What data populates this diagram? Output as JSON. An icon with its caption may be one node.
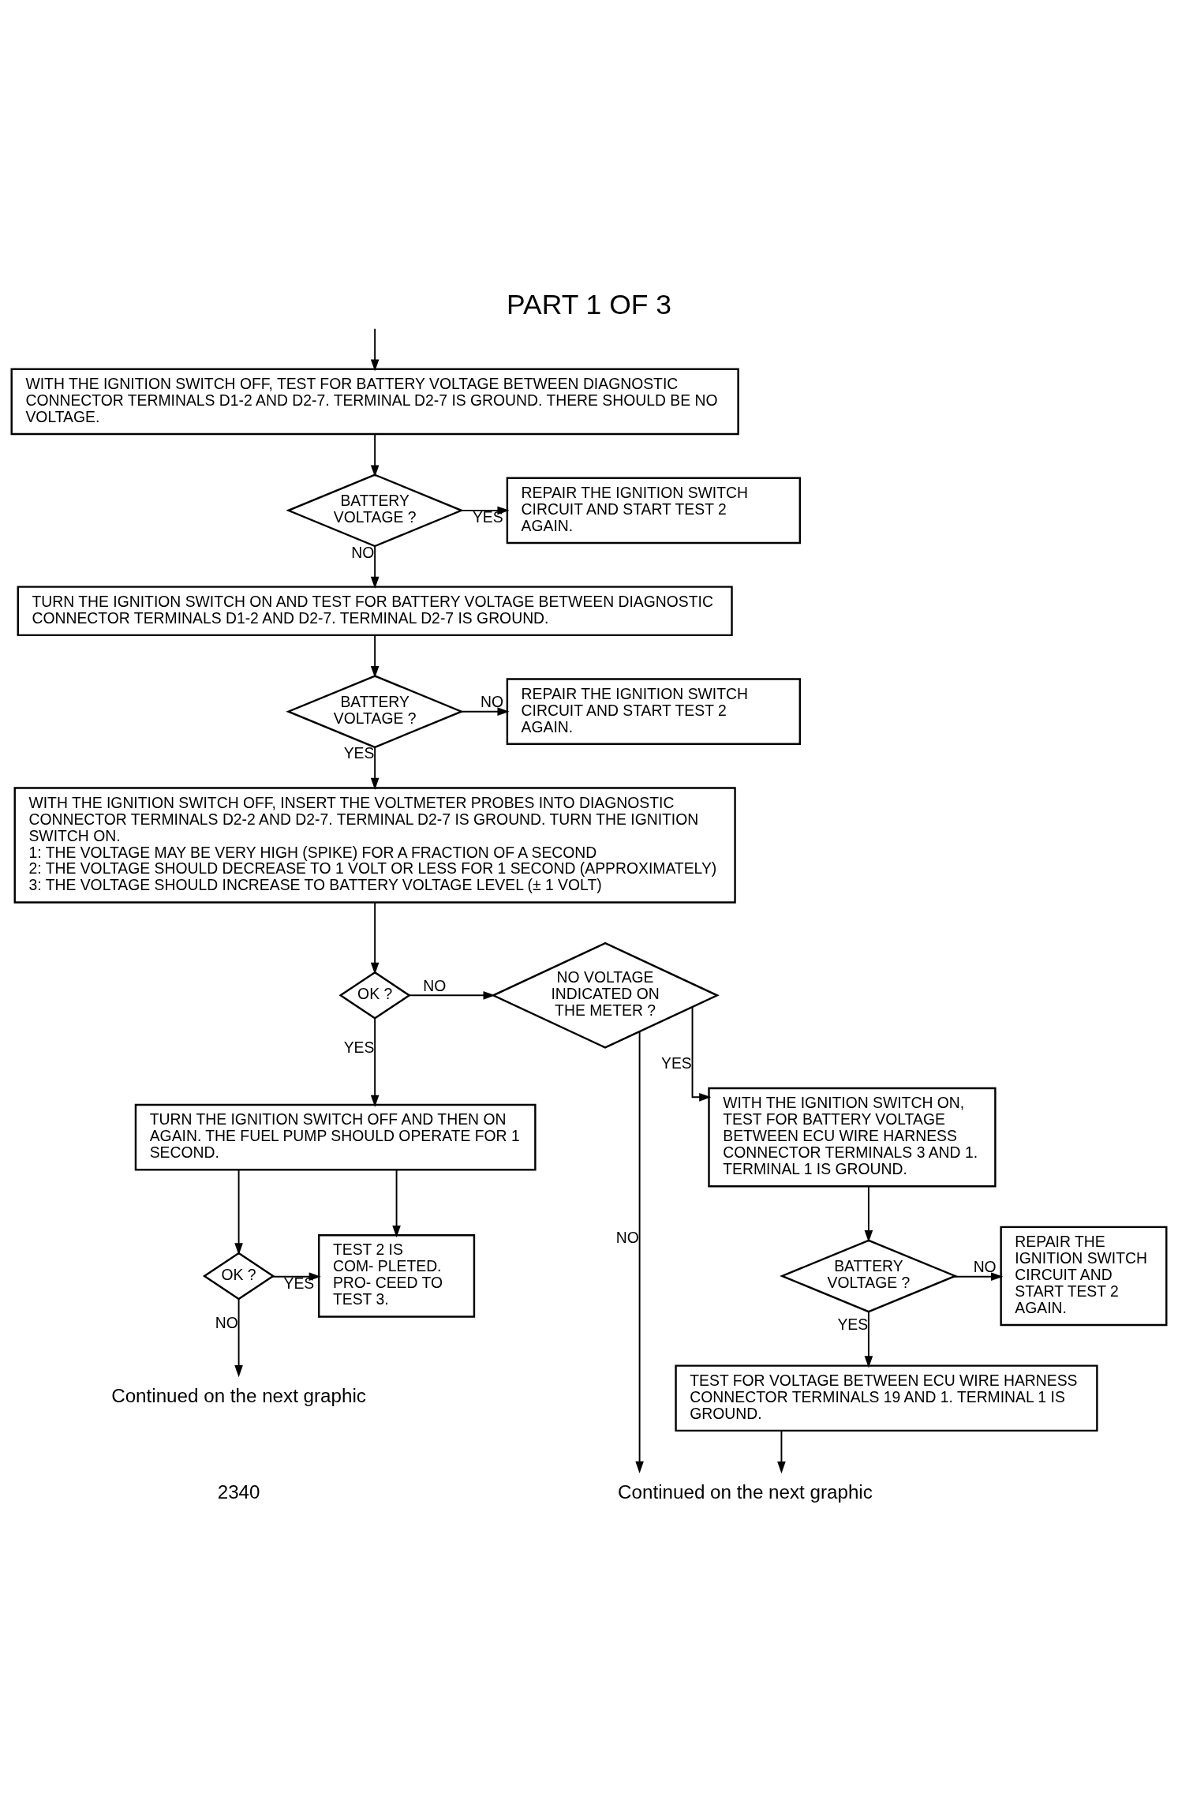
{
  "diagram": {
    "title": "PART 1 OF 3",
    "nodes": [
      {
        "text": [
          "WITH THE IGNITION SWITCH OFF, TEST FOR BATTERY VOLTAGE BETWEEN DIAGNOSTIC CONNECTOR TERMINALS D1-2 AND D2-7. TERMINAL D2-7 IS GROUND. THERE SHOULD BE NO VOLTAGE."
        ]
      },
      {
        "text": [
          "BATTERY VOLTAGE ?"
        ]
      },
      {
        "text": [
          "REPAIR THE IGNITION SWITCH CIRCUIT AND START TEST 2 AGAIN."
        ]
      },
      {
        "text": [
          "TURN THE IGNITION SWITCH ON AND TEST FOR BATTERY VOLTAGE BETWEEN DIAGNOSTIC CONNECTOR TERMINALS D1-2 AND D2-7. TERMINAL D2-7 IS GROUND."
        ]
      },
      {
        "text": [
          "BATTERY VOLTAGE ?"
        ]
      },
      {
        "text": [
          "REPAIR THE IGNITION SWITCH CIRCUIT AND START TEST 2 AGAIN."
        ]
      },
      {
        "text": [
          "WITH THE IGNITION SWITCH OFF, INSERT THE VOLTMETER PROBES INTO DIAGNOSTIC CONNECTOR TERMINALS D2-2 AND D2-7. TERMINAL D2-7 IS GROUND. TURN THE IGNITION SWITCH ON.",
          "1: THE VOLTAGE MAY BE VERY HIGH (SPIKE) FOR A FRACTION OF A SECOND",
          "2: THE VOLTAGE SHOULD DECREASE TO 1 VOLT OR LESS FOR 1 SECOND (APPROXIMATELY)",
          "3: THE VOLTAGE SHOULD INCREASE TO BATTERY VOLTAGE LEVEL (± 1 VOLT)"
        ]
      },
      {
        "text": [
          "OK ?"
        ]
      },
      {
        "text": [
          "NO VOLTAGE INDICATED ON THE METER ?"
        ]
      },
      {
        "text": [
          "TURN THE IGNITION SWITCH OFF AND THEN ON AGAIN. THE FUEL PUMP SHOULD OPERATE FOR 1 SECOND."
        ]
      },
      {
        "text": [
          "OK ?"
        ]
      },
      {
        "text": [
          "TEST 2 IS COM- PLETED. PRO- CEED TO TEST 3."
        ]
      },
      {
        "text": [
          "WITH THE IGNITION SWITCH ON, TEST FOR BATTERY VOLTAGE BETWEEN ECU WIRE HARNESS CONNECTOR TERMINALS 3 AND 1. TERMINAL 1 IS GROUND."
        ]
      },
      {
        "text": [
          "BATTERY VOLTAGE ?"
        ]
      },
      {
        "text": [
          "REPAIR THE IGNITION SWITCH CIRCUIT AND START TEST 2 AGAIN."
        ]
      },
      {
        "text": [
          "TEST FOR VOLTAGE BETWEEN ECU WIRE HARNESS CONNECTOR TERMINALS 19 AND 1. TERMINAL 1 IS GROUND."
        ]
      },
      {
        "text": [
          "Continued on the next graphic"
        ]
      },
      {
        "text": [
          "Continued on the next graphic"
        ]
      }
    ],
    "edges": [
      {
        "from": null,
        "to": 0,
        "arrow": "to"
      },
      {
        "from": 0,
        "to": 1,
        "arrow": "to"
      },
      {
        "from": 1,
        "to": 2,
        "arrow": "to",
        "label": "YES"
      },
      {
        "from": 1,
        "to": 3,
        "arrow": "to",
        "label": "NO"
      },
      {
        "from": 3,
        "to": 4,
        "arrow": "to"
      },
      {
        "from": 4,
        "to": 5,
        "arrow": "to",
        "label": "NO"
      },
      {
        "from": 4,
        "to": 6,
        "arrow": "to",
        "label": "YES"
      },
      {
        "from": 6,
        "to": 7,
        "arrow": "to"
      },
      {
        "from": 7,
        "to": 8,
        "arrow": "to",
        "label": "NO"
      },
      {
        "from": 7,
        "to": 9,
        "arrow": "to",
        "label": "YES"
      },
      {
        "from": 9,
        "to": 10,
        "arrow": "to"
      },
      {
        "from": 9,
        "to": 11,
        "arrow": "to"
      },
      {
        "from": 10,
        "to": 11,
        "arrow": "to",
        "label": "YES"
      },
      {
        "from": 10,
        "to": 16,
        "arrow": "to",
        "label": "NO"
      },
      {
        "from": 8,
        "to": 12,
        "arrow": "to",
        "label": "YES"
      },
      {
        "from": 8,
        "to": 17,
        "arrow": "to",
        "label": "NO"
      },
      {
        "from": 12,
        "to": 13,
        "arrow": "to"
      },
      {
        "from": 13,
        "to": 14,
        "arrow": "to",
        "label": "NO"
      },
      {
        "from": 13,
        "to": 15,
        "arrow": "to",
        "label": "YES"
      },
      {
        "from": 15,
        "to": 17,
        "arrow": "to"
      }
    ],
    "labels": [
      "2340"
    ]
  }
}
